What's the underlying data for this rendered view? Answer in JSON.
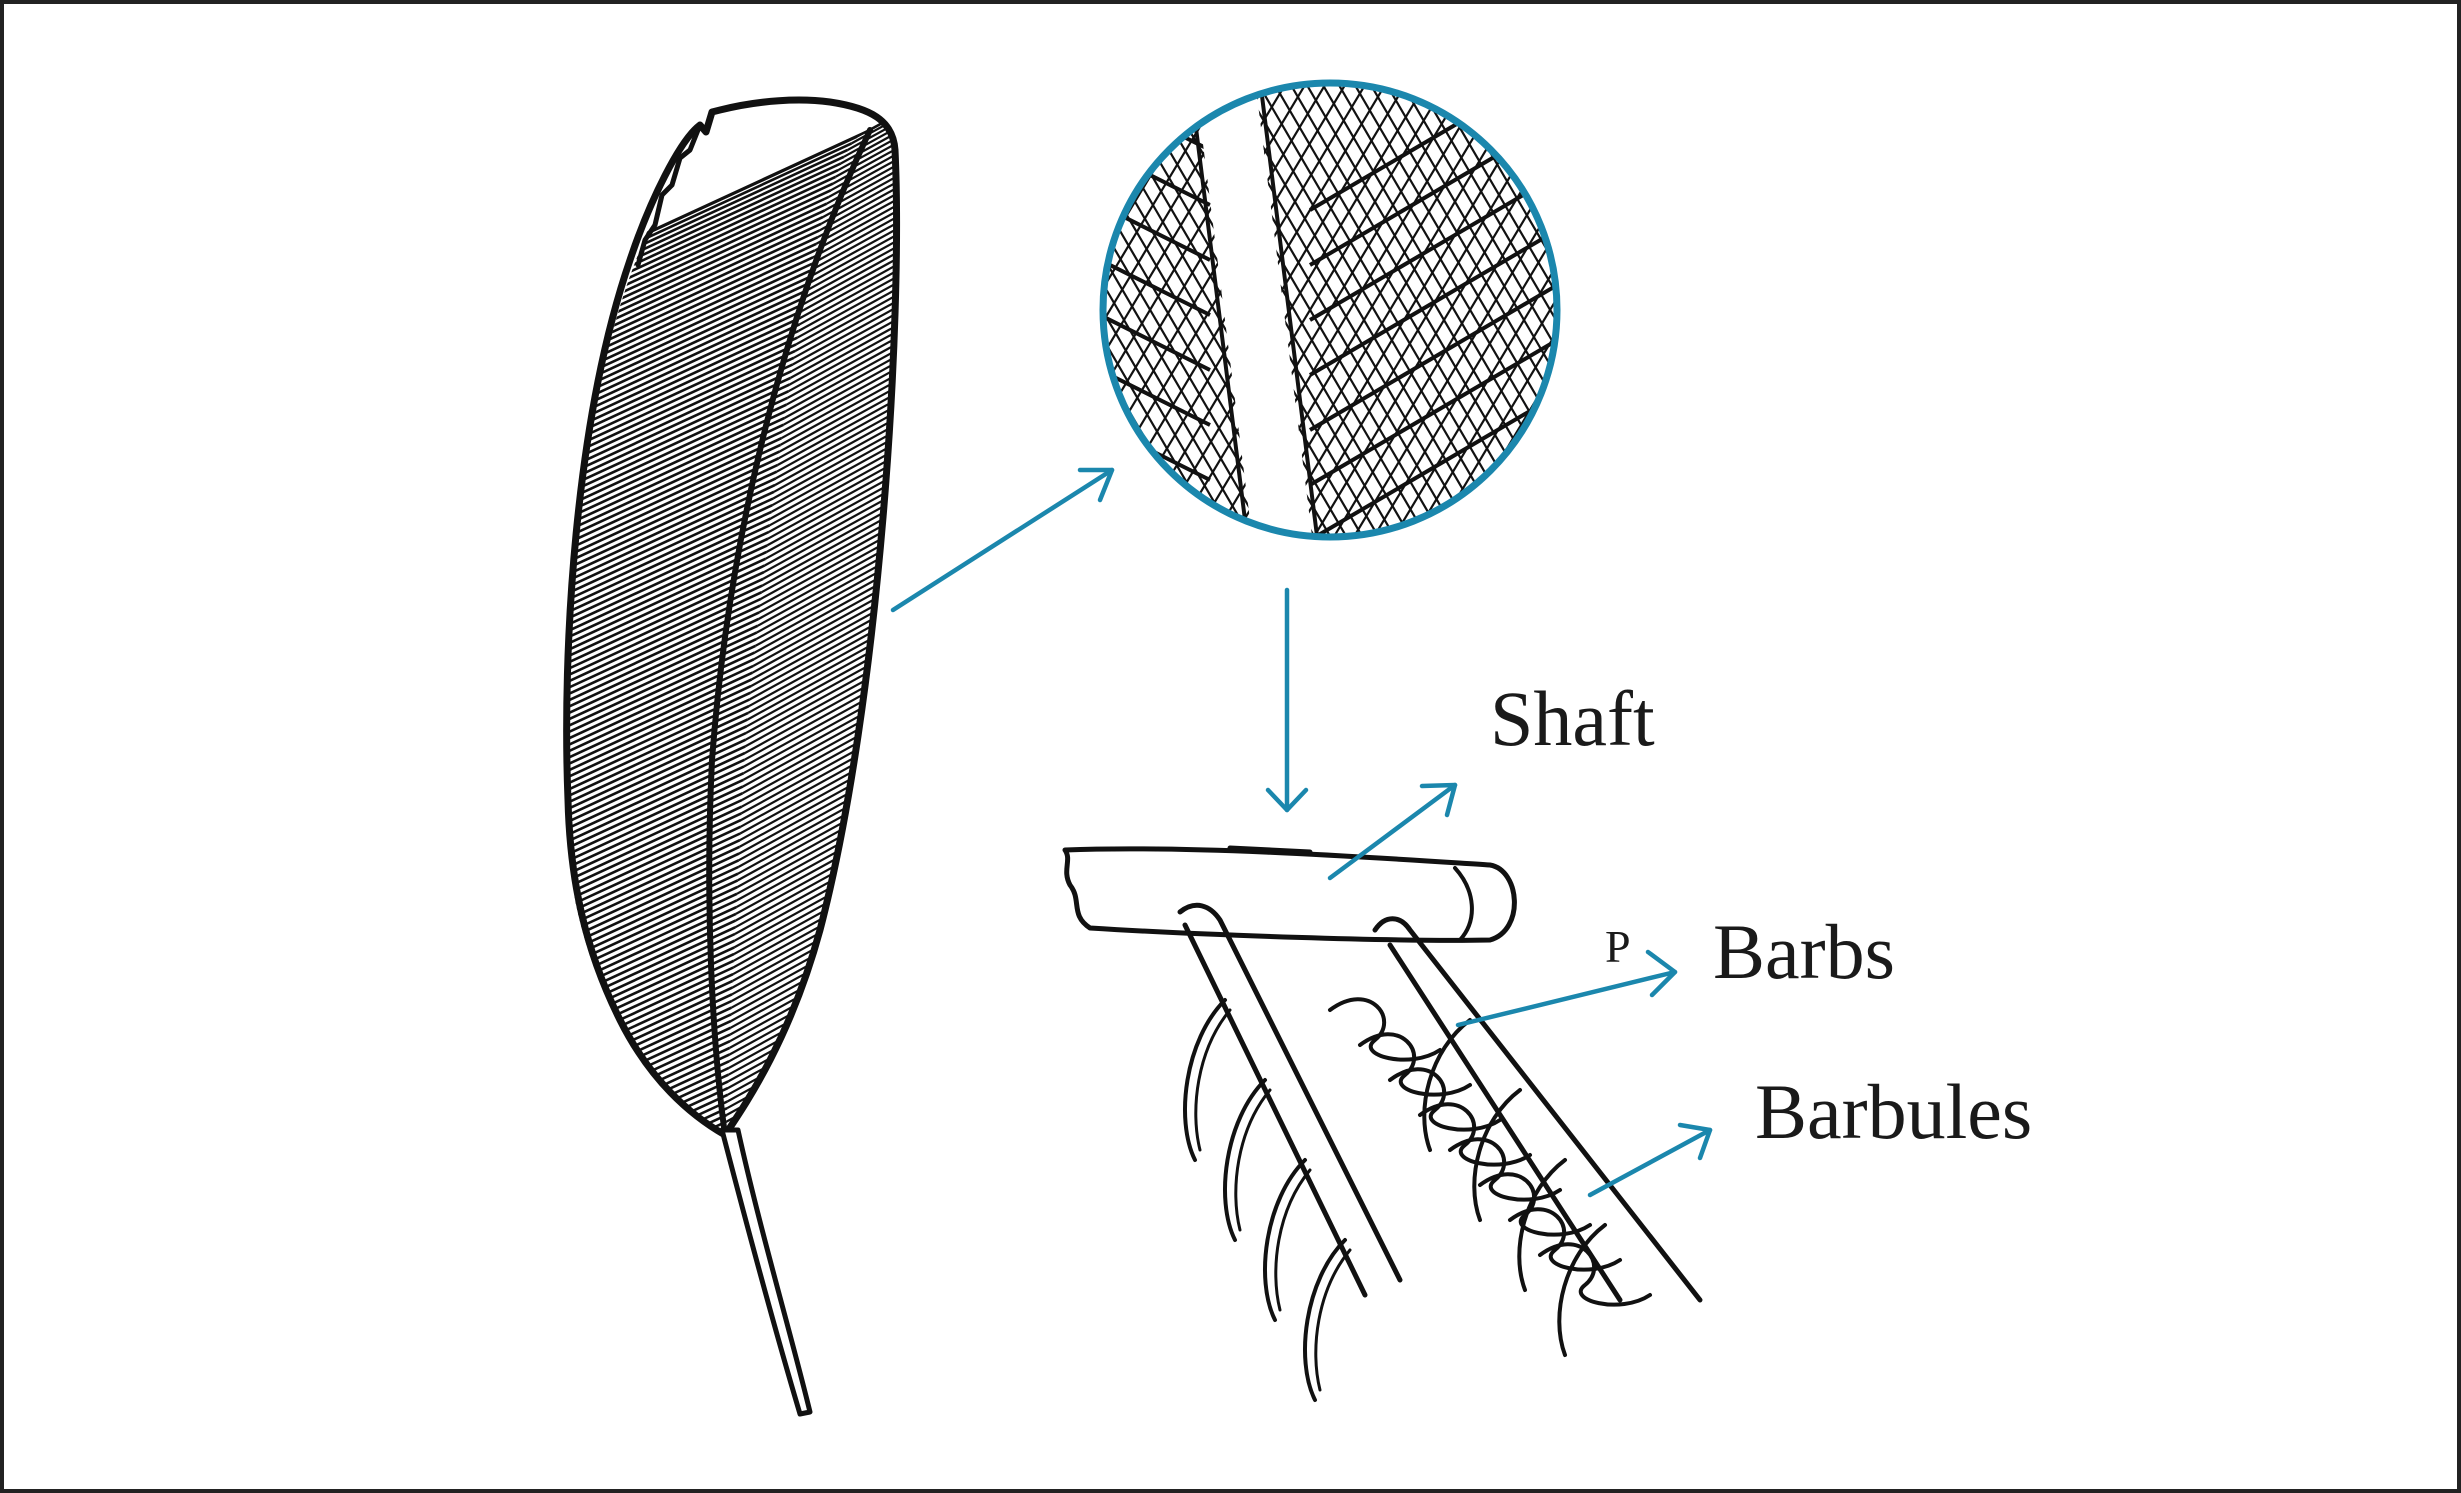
{
  "labels": {
    "shaft": "Shaft",
    "barbs": "Barbs",
    "barbules": "Barbules",
    "small_p": "P"
  },
  "colors": {
    "arrow": "#1b87ad",
    "ink": "#111111",
    "frame": "#222222",
    "background": "#ffffff"
  },
  "icons": {
    "feather": "feather-illustration",
    "magnifier": "magnified-circle",
    "detail": "barb-detail-illustration"
  }
}
